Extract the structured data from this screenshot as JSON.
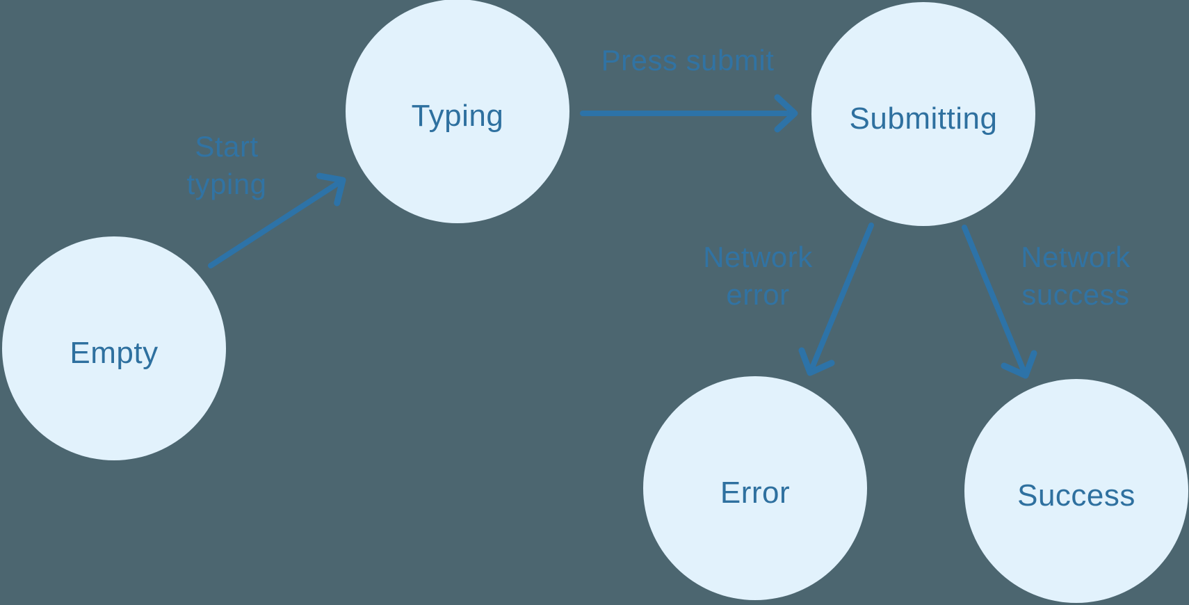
{
  "diagram": {
    "type": "state-machine",
    "states": [
      {
        "id": "empty",
        "label": "Empty"
      },
      {
        "id": "typing",
        "label": "Typing"
      },
      {
        "id": "submitting",
        "label": "Submitting"
      },
      {
        "id": "error",
        "label": "Error"
      },
      {
        "id": "success",
        "label": "Success"
      }
    ],
    "transitions": [
      {
        "from": "Empty",
        "to": "Typing",
        "label": "Start typing",
        "label_lines": [
          "Start",
          "typing"
        ]
      },
      {
        "from": "Typing",
        "to": "Submitting",
        "label": "Press submit",
        "label_lines": [
          "Press submit"
        ]
      },
      {
        "from": "Submitting",
        "to": "Error",
        "label": "Network error",
        "label_lines": [
          "Network",
          "error"
        ]
      },
      {
        "from": "Submitting",
        "to": "Success",
        "label": "Network success",
        "label_lines": [
          "Network",
          "success"
        ]
      }
    ]
  },
  "colors": {
    "background": "#4c6670",
    "node_fill": "#e2f2fc",
    "node_text": "#2e709f",
    "edge_label_text": "#3173a3",
    "arrow": "#2d73a8"
  }
}
